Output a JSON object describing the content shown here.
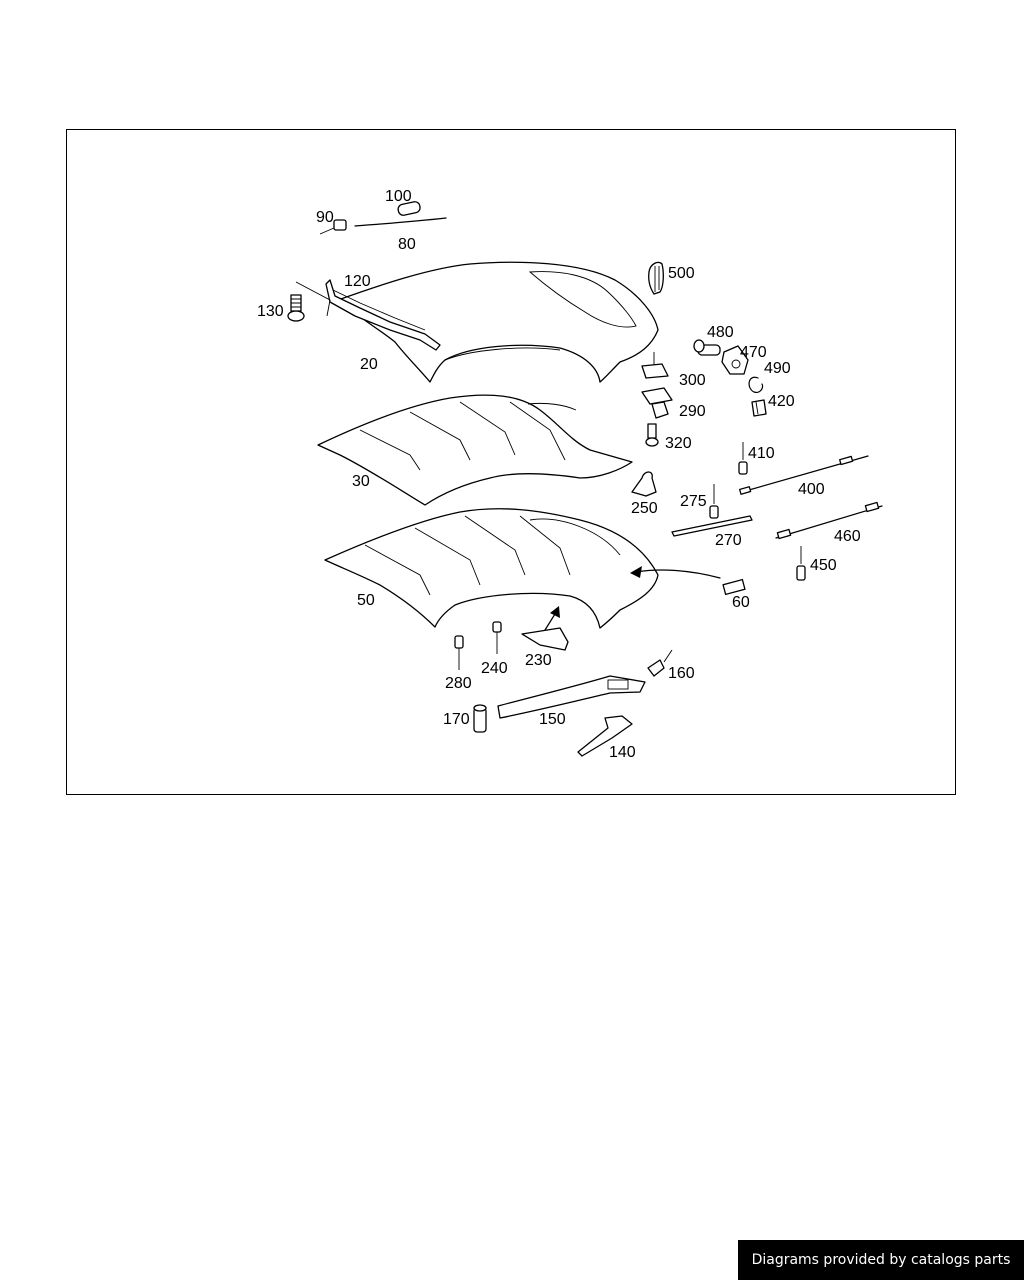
{
  "diagram": {
    "callouts": {
      "p20": "20",
      "p30": "30",
      "p50": "50",
      "p60": "60",
      "p80": "80",
      "p90": "90",
      "p100": "100",
      "p120": "120",
      "p130": "130",
      "p140": "140",
      "p150": "150",
      "p160": "160",
      "p170": "170",
      "p230": "230",
      "p240": "240",
      "p250": "250",
      "p270": "270",
      "p275": "275",
      "p280": "280",
      "p290": "290",
      "p300": "300",
      "p320": "320",
      "p400": "400",
      "p410": "410",
      "p420": "420",
      "p450": "450",
      "p460": "460",
      "p470": "470",
      "p480": "480",
      "p490": "490",
      "p500": "500"
    }
  },
  "footer": {
    "text": "Diagrams provided by catalogs parts"
  }
}
